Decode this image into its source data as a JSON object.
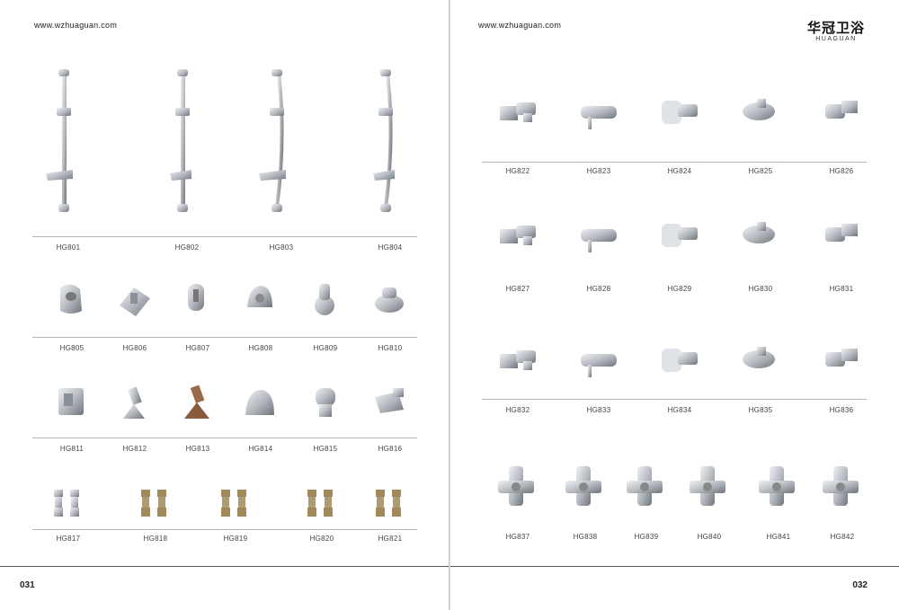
{
  "left_page": {
    "url": "www.wzhuaguan.com",
    "page_number": "031",
    "rows": [
      {
        "kind": "rail",
        "codes": [
          "HG801",
          "HG802",
          "HG803",
          "HG804"
        ]
      },
      {
        "kind": "holder",
        "codes": [
          "HG805",
          "HG806",
          "HG807",
          "HG808",
          "HG809",
          "HG810"
        ]
      },
      {
        "kind": "holder2",
        "codes": [
          "HG811",
          "HG812",
          "HG813",
          "HG814",
          "HG815",
          "HG816"
        ]
      },
      {
        "kind": "connector",
        "codes": [
          "HG817",
          "HG818",
          "HG819",
          "HG820",
          "HG821"
        ]
      }
    ]
  },
  "right_page": {
    "url": "www.wzhuaguan.com",
    "page_number": "032",
    "brand": {
      "chinese": "华冠卫浴",
      "english": "HUAGUAN"
    },
    "rows": [
      {
        "kind": "angle-valve",
        "codes": [
          "HG822",
          "HG823",
          "HG824",
          "HG825",
          "HG826"
        ]
      },
      {
        "kind": "angle-valve2",
        "codes": [
          "HG827",
          "HG828",
          "HG829",
          "HG830",
          "HG831"
        ]
      },
      {
        "kind": "angle-valve3",
        "codes": [
          "HG832",
          "HG833",
          "HG834",
          "HG835",
          "HG836"
        ]
      },
      {
        "kind": "diverter",
        "codes": [
          "HG837",
          "HG838",
          "HG839",
          "HG840",
          "HG841",
          "HG842"
        ]
      }
    ]
  },
  "colors": {
    "chrome": "#b8bcc2",
    "chrome_dark": "#6f757d",
    "brass": "#a08a5a",
    "bronze": "#8a5a3c"
  }
}
